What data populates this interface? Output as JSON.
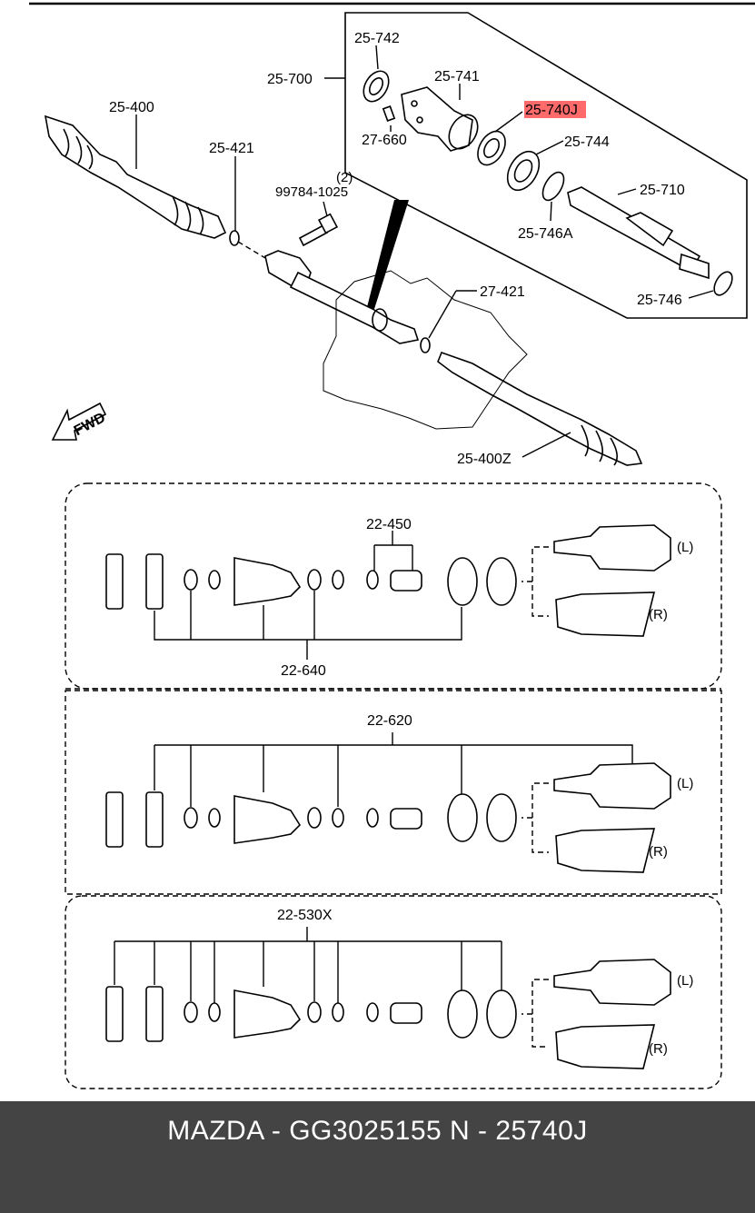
{
  "colors": {
    "highlight": "#ff6a6a",
    "footer_bg": "#444444",
    "footer_text": "#ffffff"
  },
  "labels": {
    "p25_742": "25-742",
    "p25_700": "25-700",
    "p25_741": "25-741",
    "p25_740j": "25-740J",
    "p27_660": "27-660",
    "p25_744": "25-744",
    "p25_710": "25-710",
    "p25_746a": "25-746A",
    "p25_746": "25-746",
    "p25_400": "25-400",
    "p25_421": "25-421",
    "qty_2": "(2)",
    "p99784": "99784-1025",
    "p27_421": "27-421",
    "p25_400z": "25-400Z",
    "fwd": "FWD",
    "p22_450": "22-450",
    "p22_640": "22-640",
    "p22_620": "22-620",
    "p22_530x": "22-530X",
    "left": "(L)",
    "right": "(R)"
  },
  "footer": {
    "text": "MAZDA - GG3025155   N - 25740J"
  }
}
